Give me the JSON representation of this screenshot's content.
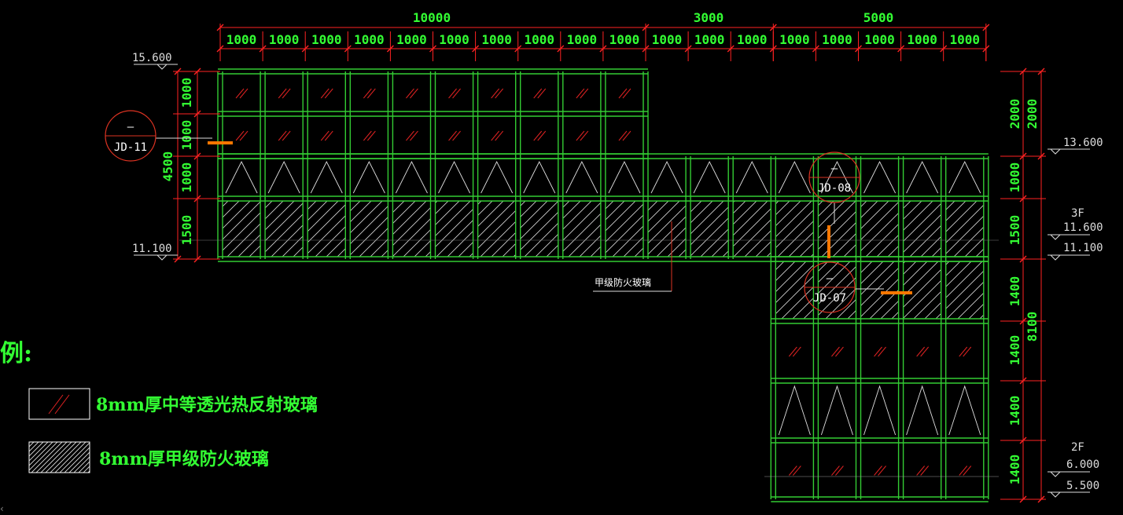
{
  "top_dims": {
    "overall": [
      {
        "label": "10000",
        "span": 10
      },
      {
        "label": "3000",
        "span": 3
      },
      {
        "label": "5000",
        "span": 5
      }
    ],
    "bays": [
      "1000",
      "1000",
      "1000",
      "1000",
      "1000",
      "1000",
      "1000",
      "1000",
      "1000",
      "1000",
      "1000",
      "1000",
      "1000",
      "1000",
      "1000",
      "1000",
      "1000",
      "1000"
    ]
  },
  "left_dims": {
    "total": "4500",
    "rows": [
      "1000",
      "1000",
      "1000",
      "1500"
    ]
  },
  "right_dims": {
    "upper_outer": "2000",
    "upper_inner": "2000",
    "rows": [
      "1000",
      "1500",
      "1400",
      "1400",
      "1400",
      "1400"
    ],
    "total": "8100"
  },
  "levels": {
    "left_top": "15.600",
    "left_bottom": "11.100",
    "right_1": "13.600",
    "right_3f_label": "3F",
    "right_3f": "11.600",
    "right_2": "11.100",
    "right_2f_label": "2F",
    "right_2f": "6.000",
    "right_bottom": "5.500"
  },
  "tags": [
    {
      "top": "–",
      "id": "JD-11"
    },
    {
      "top": "–",
      "id": "JD-08"
    },
    {
      "top": "–",
      "id": "JD-07"
    }
  ],
  "callout": "甲级防火玻璃",
  "legend": {
    "title": "例:",
    "items": [
      {
        "label": "8mm厚中等透光热反射玻璃"
      },
      {
        "label": "8mm厚甲级防火玻璃"
      }
    ]
  },
  "colors": {
    "frame": "#33cc33",
    "dim_line": "#ff2222",
    "dim_text": "#33ff33",
    "glass_mark": "#dd2222",
    "fire_hatch": "#dddddd",
    "tag_circle": "#dd3322",
    "connector": "#ff7700",
    "background": "#000000"
  }
}
